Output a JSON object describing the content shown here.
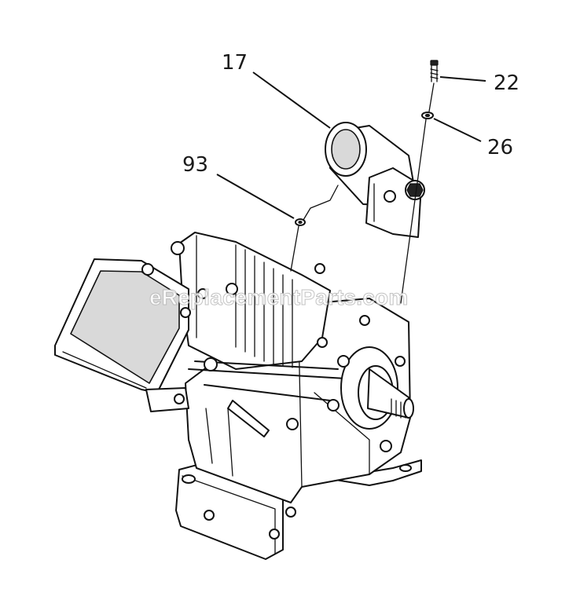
{
  "diagram": {
    "callouts": {
      "c17": "17",
      "c22": "22",
      "c26": "26",
      "c93": "93"
    },
    "watermark": "eReplacementParts.com"
  }
}
